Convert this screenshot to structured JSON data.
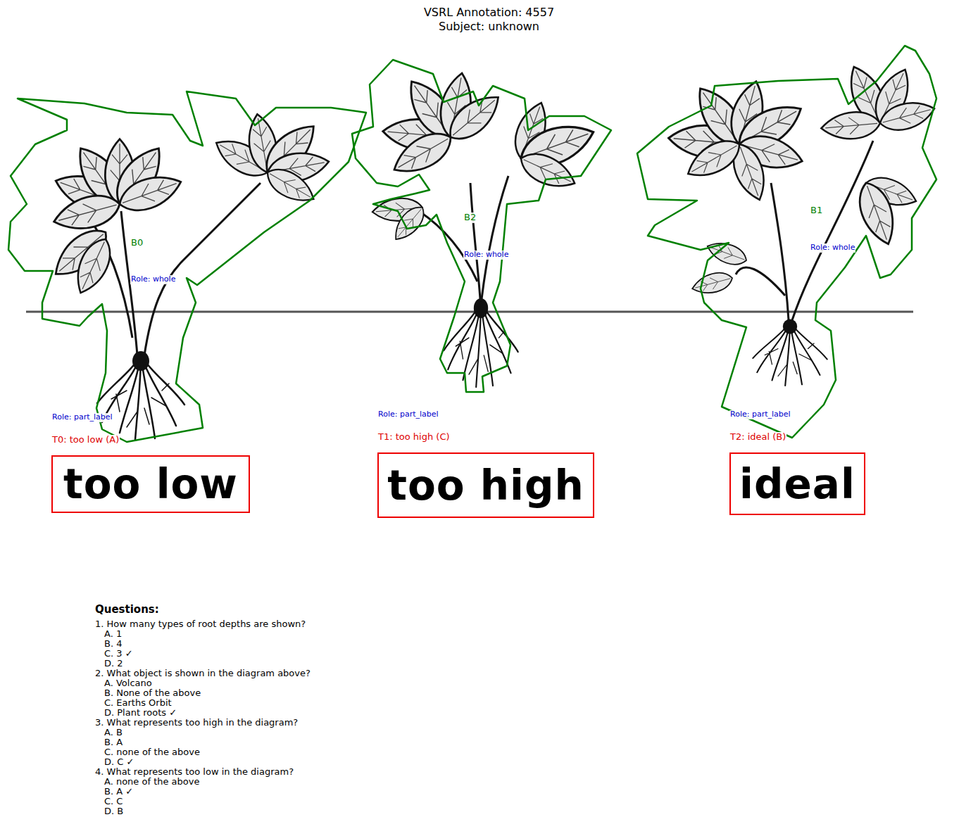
{
  "diagram": {
    "title": "VSRL Annotation: 4557",
    "nodes": [
      {
        "text": [
          "B0",
          "Role: whole"
        ]
      },
      {
        "text": [
          "B2",
          "Role: whole"
        ]
      },
      {
        "text": [
          "B1",
          "Role: whole"
        ]
      },
      {
        "text": [
          "too low"
        ]
      },
      {
        "text": [
          "too high"
        ]
      },
      {
        "text": [
          "ideal"
        ]
      }
    ],
    "labels": [
      "Subject: unknown",
      "Role: part_label",
      "T0: too low (A)",
      "Role: part_label",
      "T1: too high (C)",
      "Role: part_label",
      "T2: ideal (B)",
      "Questions:",
      "1. How many types of root depths are shown?",
      "A. 1",
      "B. 4",
      "C. 3 ✓",
      "D. 2",
      "2. What object is shown in the diagram above?",
      "A. Volcano",
      "B. None of the above",
      "C. Earths Orbit",
      "D. Plant roots ✓",
      "3. What represents too high in the diagram?",
      "A. B",
      "B. A",
      "C. none of the above",
      "D. C ✓",
      "4. What represents too low in the diagram?",
      "A. none of the above",
      "B. A ✓",
      "C. C",
      "D. B"
    ]
  }
}
